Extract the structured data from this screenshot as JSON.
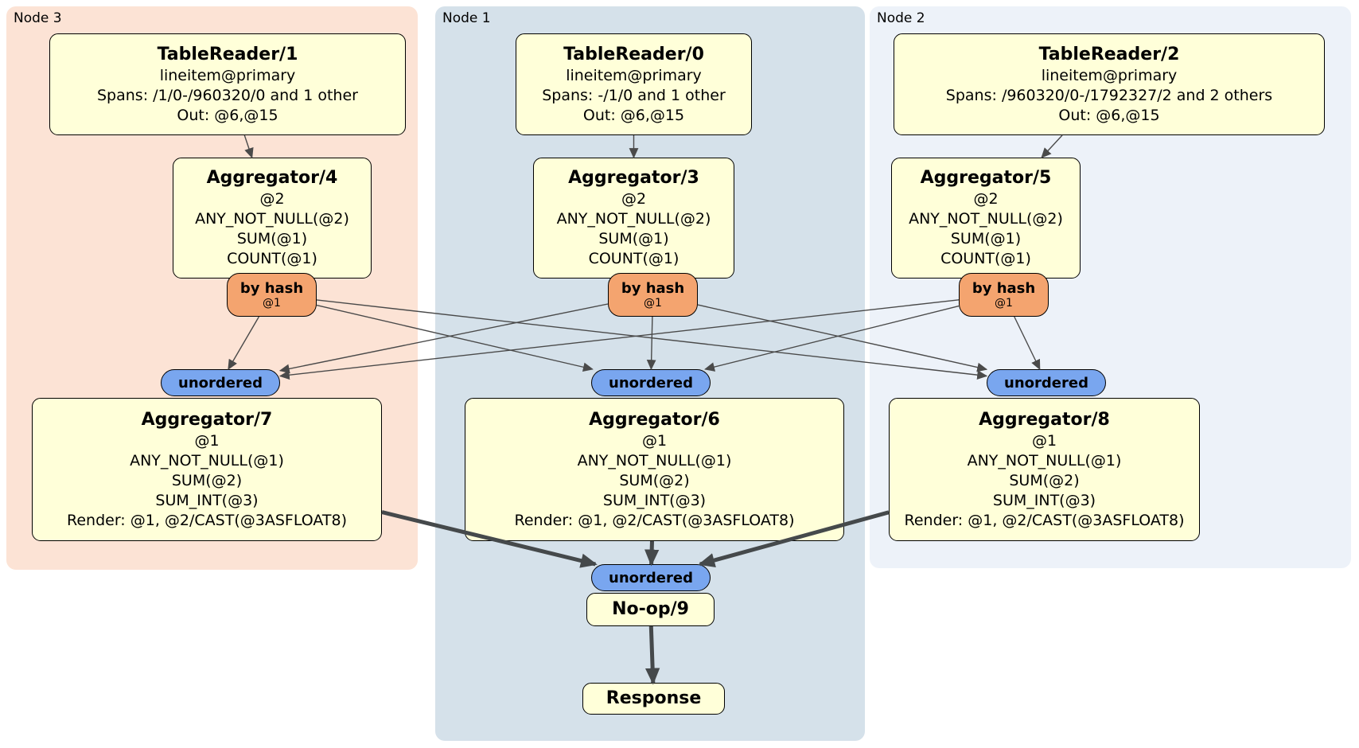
{
  "regions": {
    "node3": {
      "label": "Node 3"
    },
    "node1": {
      "label": "Node 1"
    },
    "node2": {
      "label": "Node 2"
    }
  },
  "nodes": {
    "tr1": {
      "title": "TableReader/1",
      "lines": [
        "lineitem@primary",
        "Spans: /1/0-/960320/0 and 1 other",
        "Out: @6,@15"
      ]
    },
    "tr0": {
      "title": "TableReader/0",
      "lines": [
        "lineitem@primary",
        "Spans: -/1/0 and 1 other",
        "Out: @6,@15"
      ]
    },
    "tr2": {
      "title": "TableReader/2",
      "lines": [
        "lineitem@primary",
        "Spans: /960320/0-/1792327/2 and 2 others",
        "Out: @6,@15"
      ]
    },
    "agg4": {
      "title": "Aggregator/4",
      "lines": [
        "@2",
        "ANY_NOT_NULL(@2)",
        "SUM(@1)",
        "COUNT(@1)"
      ]
    },
    "agg3": {
      "title": "Aggregator/3",
      "lines": [
        "@2",
        "ANY_NOT_NULL(@2)",
        "SUM(@1)",
        "COUNT(@1)"
      ]
    },
    "agg5": {
      "title": "Aggregator/5",
      "lines": [
        "@2",
        "ANY_NOT_NULL(@2)",
        "SUM(@1)",
        "COUNT(@1)"
      ]
    },
    "byhash4": {
      "label": "by hash",
      "sub": "@1"
    },
    "byhash3": {
      "label": "by hash",
      "sub": "@1"
    },
    "byhash5": {
      "label": "by hash",
      "sub": "@1"
    },
    "uno7": {
      "label": "unordered"
    },
    "uno6": {
      "label": "unordered"
    },
    "uno8": {
      "label": "unordered"
    },
    "agg7": {
      "title": "Aggregator/7",
      "lines": [
        "@1",
        "ANY_NOT_NULL(@1)",
        "SUM(@2)",
        "SUM_INT(@3)",
        "Render: @1, @2/CAST(@3ASFLOAT8)"
      ]
    },
    "agg6": {
      "title": "Aggregator/6",
      "lines": [
        "@1",
        "ANY_NOT_NULL(@1)",
        "SUM(@2)",
        "SUM_INT(@3)",
        "Render: @1, @2/CAST(@3ASFLOAT8)"
      ]
    },
    "agg8": {
      "title": "Aggregator/8",
      "lines": [
        "@1",
        "ANY_NOT_NULL(@1)",
        "SUM(@2)",
        "SUM_INT(@3)",
        "Render: @1, @2/CAST(@3ASFLOAT8)"
      ]
    },
    "uno9": {
      "label": "unordered"
    },
    "noop9": {
      "title": "No-op/9"
    },
    "response": {
      "title": "Response"
    }
  },
  "edges": [
    {
      "from": "tr1",
      "to": "agg4",
      "style": "thin"
    },
    {
      "from": "tr0",
      "to": "agg3",
      "style": "thin"
    },
    {
      "from": "tr2",
      "to": "agg5",
      "style": "thin"
    },
    {
      "from": "byhash4",
      "to": "uno7",
      "style": "thin"
    },
    {
      "from": "byhash4",
      "to": "uno6",
      "style": "thin"
    },
    {
      "from": "byhash4",
      "to": "uno8",
      "style": "thin"
    },
    {
      "from": "byhash3",
      "to": "uno7",
      "style": "thin"
    },
    {
      "from": "byhash3",
      "to": "uno6",
      "style": "thin"
    },
    {
      "from": "byhash3",
      "to": "uno8",
      "style": "thin"
    },
    {
      "from": "byhash5",
      "to": "uno7",
      "style": "thin"
    },
    {
      "from": "byhash5",
      "to": "uno6",
      "style": "thin"
    },
    {
      "from": "byhash5",
      "to": "uno8",
      "style": "thin"
    },
    {
      "from": "agg7",
      "to": "uno9",
      "style": "thick"
    },
    {
      "from": "agg6",
      "to": "uno9",
      "style": "thick"
    },
    {
      "from": "agg8",
      "to": "uno9",
      "style": "thick"
    },
    {
      "from": "noop9",
      "to": "response",
      "style": "thick"
    }
  ],
  "colors": {
    "region_node3_bg": "#fce3d5",
    "region_node1_bg": "#d5e1ea",
    "region_node2_bg": "#edf2f9",
    "processor_box_fill": "#ffffd9",
    "router_fill": "#f4a46f",
    "sync_fill": "#79a6ef",
    "edge_thin": "#4a4a4a",
    "edge_thick": "#45494b"
  }
}
